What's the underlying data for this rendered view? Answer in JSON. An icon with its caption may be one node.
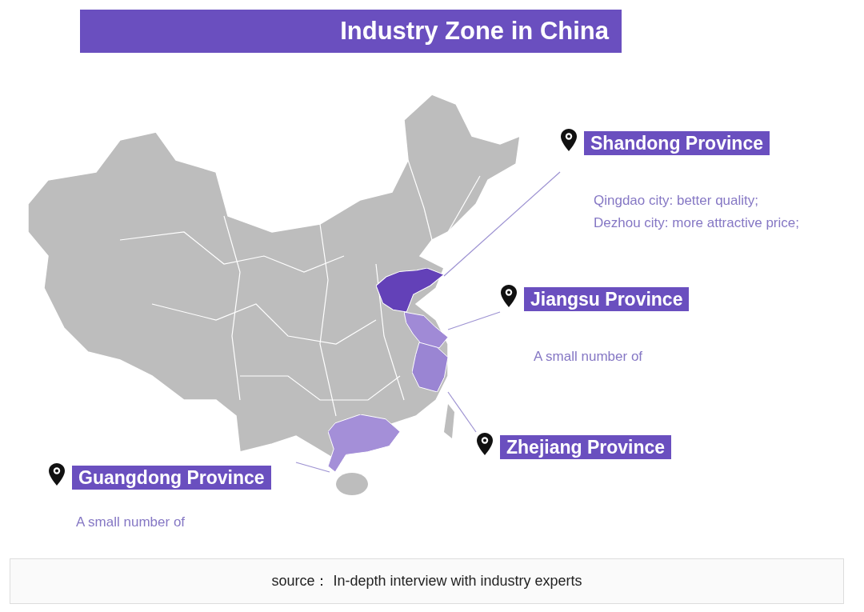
{
  "diagram": {
    "title": "Industry Zone in China",
    "caption": "source： In-depth interview with industry experts",
    "nodes": [
      {
        "text": [
          "Shandong Province",
          "Qingdao city: better quality;",
          "Dezhou city: more attractive price;"
        ]
      },
      {
        "text": [
          "Jiangsu Province",
          "A small number of"
        ]
      },
      {
        "text": [
          "Zhejiang Province"
        ]
      },
      {
        "text": [
          "Guangdong Province",
          "A small number of"
        ]
      },
      {
        "text": [],
        "shape": "region"
      },
      {
        "text": [],
        "shape": "region"
      },
      {
        "text": [],
        "shape": "region"
      },
      {
        "text": [],
        "shape": "region"
      }
    ],
    "edges": [
      {
        "from": 0,
        "to": 4,
        "arrow": "none"
      },
      {
        "from": 1,
        "to": 5,
        "arrow": "none"
      },
      {
        "from": 2,
        "to": 6,
        "arrow": "none"
      },
      {
        "from": 3,
        "to": 7,
        "arrow": "none"
      }
    ]
  }
}
